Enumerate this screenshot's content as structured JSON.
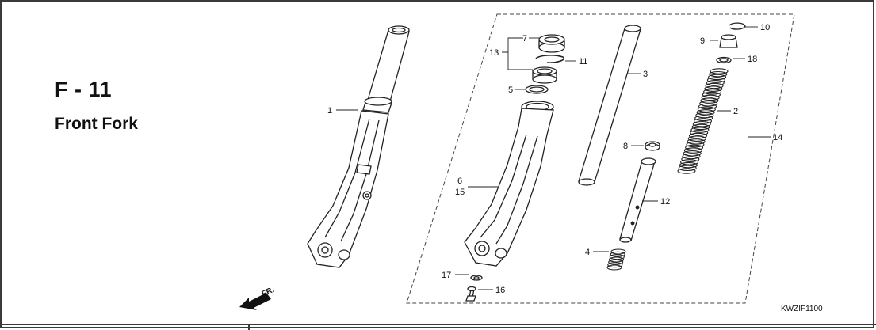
{
  "title": {
    "code": "F - 11",
    "name": "Front Fork"
  },
  "reference_code": "KWZIF1100",
  "direction_label": "FR.",
  "callouts": [
    "1",
    "2",
    "3",
    "4",
    "5",
    "6",
    "15",
    "7",
    "13",
    "11",
    "8",
    "9",
    "10",
    "12",
    "14",
    "16",
    "17",
    "18"
  ]
}
